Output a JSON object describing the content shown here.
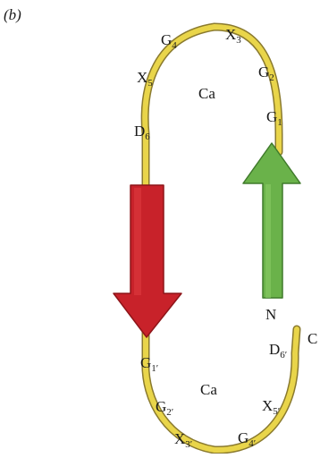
{
  "panel_label": "(b)",
  "top_loop": {
    "ion": "Ca",
    "residues": [
      {
        "name": "G",
        "index": "1"
      },
      {
        "name": "G",
        "index": "2"
      },
      {
        "name": "X",
        "index": "3"
      },
      {
        "name": "G",
        "index": "4"
      },
      {
        "name": "X",
        "index": "5"
      },
      {
        "name": "D",
        "index": "6"
      }
    ]
  },
  "bottom_loop": {
    "ion": "Ca",
    "residues": [
      {
        "name": "G",
        "index": "1′"
      },
      {
        "name": "G",
        "index": "2′"
      },
      {
        "name": "X",
        "index": "3′"
      },
      {
        "name": "G",
        "index": "4′"
      },
      {
        "name": "X",
        "index": "5′"
      },
      {
        "name": "D",
        "index": "6′"
      }
    ],
    "terminus": "C"
  },
  "n_terminus": "N",
  "colors": {
    "loop_fill": "#e9d54a",
    "loop_outline": "#8a7a2e",
    "red_strand": "#c8222a",
    "red_strand_edge": "#8e1519",
    "green_strand": "#6ab24a",
    "green_strand_edge": "#3f7a2b"
  },
  "icons": {
    "red_strand": "down-arrow-icon",
    "green_strand": "up-arrow-icon"
  }
}
